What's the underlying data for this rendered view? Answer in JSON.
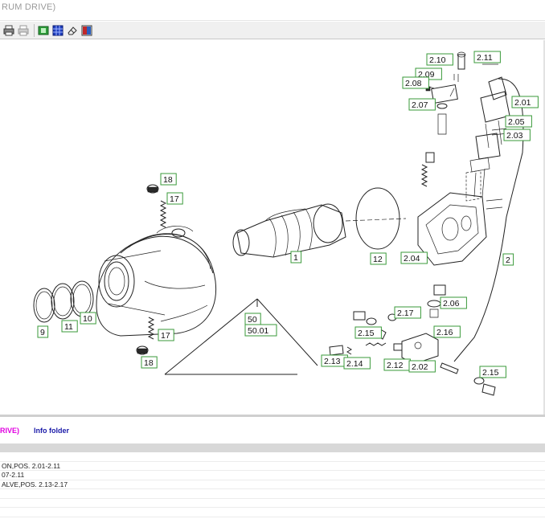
{
  "window": {
    "title": "RUM DRIVE)"
  },
  "toolbar": {
    "buttons": [
      {
        "name": "print-icon"
      },
      {
        "name": "print-preview-icon"
      },
      {
        "name": "export-icon"
      },
      {
        "name": "grid-icon"
      },
      {
        "name": "eraser-icon"
      },
      {
        "name": "bookmark-icon"
      }
    ]
  },
  "diagram": {
    "labels": [
      "2.10",
      "2.11",
      "2.09",
      "2.08",
      "2.07",
      "2.01",
      "2.05",
      "2.03",
      "18",
      "17",
      "1",
      "12",
      "2.04",
      "2",
      "2.06",
      "2.17",
      "2.16",
      "2.15",
      "50",
      "50.01",
      "9",
      "11",
      "10",
      "17",
      "18",
      "2.13",
      "2.14",
      "2.12",
      "2.02",
      "2.15"
    ]
  },
  "tabs": {
    "tab1": "RIVE)",
    "tab2": "Info folder"
  },
  "table": {
    "rows": [
      "",
      "ON,POS. 2.01-2.11",
      "07-2.11",
      "ALVE,POS. 2.13-2.17",
      "",
      "",
      ""
    ]
  }
}
